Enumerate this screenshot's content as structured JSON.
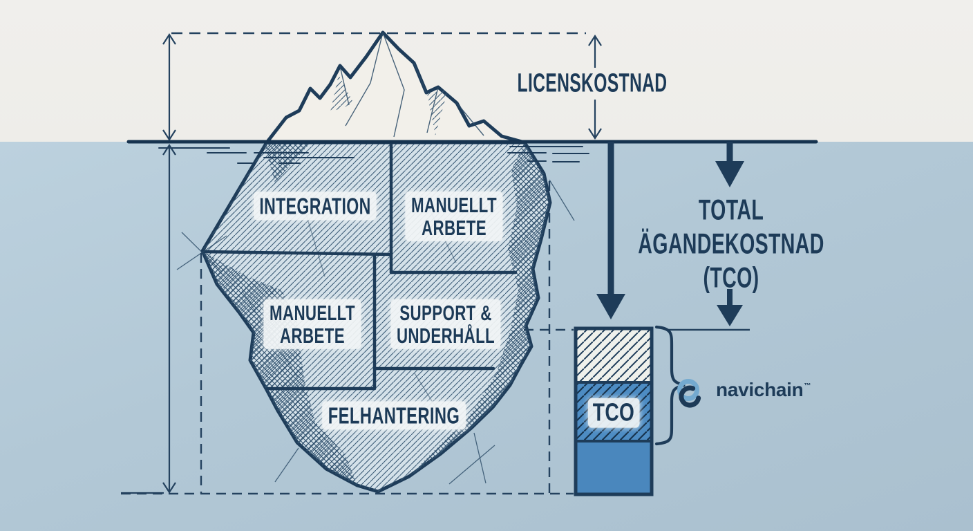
{
  "title": "TCO iceberg diagram",
  "above_water": {
    "label": "LICENSKOSTNAD"
  },
  "iceberg_sections": {
    "integration": "INTEGRATION",
    "manuellt_arbete_top": {
      "line1": "MANUELLT",
      "line2": "ARBETE"
    },
    "manuellt_arbete_bottom": {
      "line1": "MANUELLT",
      "line2": "ARBETE"
    },
    "support_underhall": {
      "line1": "SUPPORT &",
      "line2": "UNDERHÅLL"
    },
    "felhantering": "FELHANTERING"
  },
  "right_panel": {
    "tco_heading": {
      "line1": "TOTAL",
      "line2": "ÄGANDEKOSTNAD",
      "line3": "(TCO)"
    }
  },
  "tco_bar": {
    "label": "TCO",
    "segments": [
      {
        "name": "license-cost",
        "appearance": "light-hatched"
      },
      {
        "name": "tco-hidden-costs",
        "appearance": "blue-hatched"
      },
      {
        "name": "tco-base",
        "appearance": "blue-solid"
      }
    ]
  },
  "logo": {
    "text": "navichain",
    "trademark": "™",
    "icon": "chain-links-icon"
  },
  "colors": {
    "navy": "#1d3b58",
    "sky": "#efeeea",
    "water": "#b2c8d6",
    "iceberg_below_fill": "#d4e1e9",
    "iceberg_above_fill": "#f2f0ea",
    "bar_blue_hatched": "#4d8cc3",
    "bar_blue_solid": "#4a87bd",
    "logo_light_blue": "#74aad0"
  }
}
